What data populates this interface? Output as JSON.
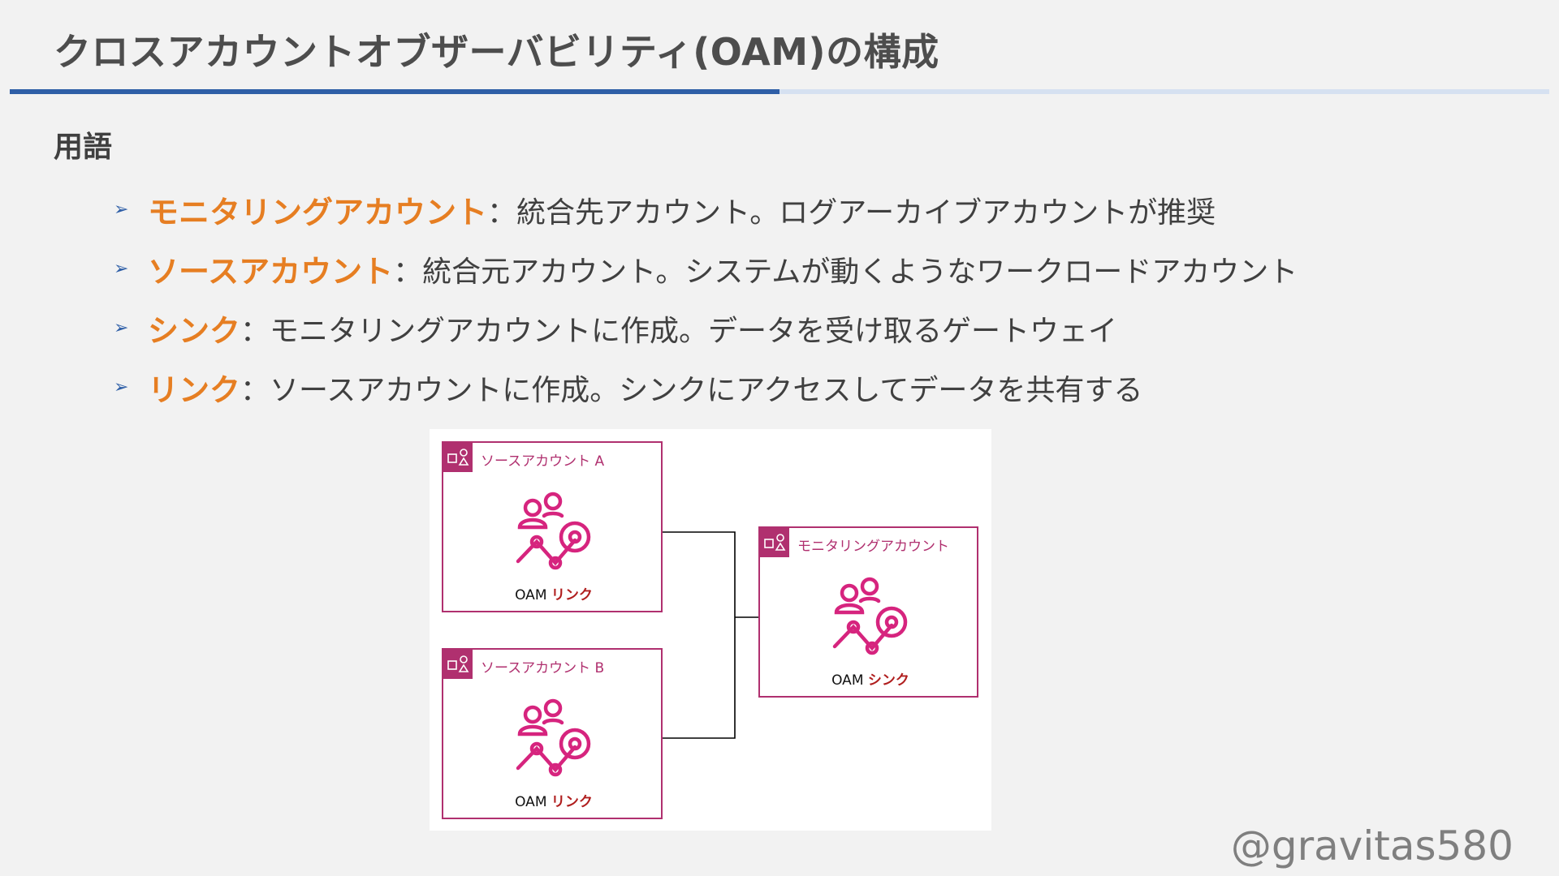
{
  "title": "クロスアカウントオブザーバビリティ(OAM)の構成",
  "section_heading": "用語",
  "colors": {
    "accent_orange": "#e67e22",
    "rule_blue": "#2f5fa7",
    "rule_light": "#d6e1f1",
    "aws_pink": "#d6247e",
    "account_border": "#b0306f"
  },
  "terms": [
    {
      "name": "モニタリングアカウント",
      "desc": "：統合先アカウント。ログアーカイブアカウントが推奨"
    },
    {
      "name": "ソースアカウント",
      "desc": "：統合元アカウント。システムが動くようなワークロードアカウント"
    },
    {
      "name": "シンク",
      "desc": "：モニタリングアカウントに作成。データを受け取るゲートウェイ"
    },
    {
      "name": "リンク",
      "desc": "：ソースアカウントに作成。シンクにアクセスしてデータを共有する"
    }
  ],
  "diagram": {
    "source_a": {
      "label": "ソースアカウント A",
      "caption_prefix": "OAM ",
      "caption_highlight": "リンク"
    },
    "source_b": {
      "label": "ソースアカウント B",
      "caption_prefix": "OAM ",
      "caption_highlight": "リンク"
    },
    "monitoring": {
      "label": "モニタリングアカウント",
      "caption_prefix": "OAM ",
      "caption_highlight": "シンク"
    },
    "icons": {
      "account": "account-icon",
      "service": "cloudwatch-oam-icon"
    }
  },
  "watermark": "@gravitas580"
}
